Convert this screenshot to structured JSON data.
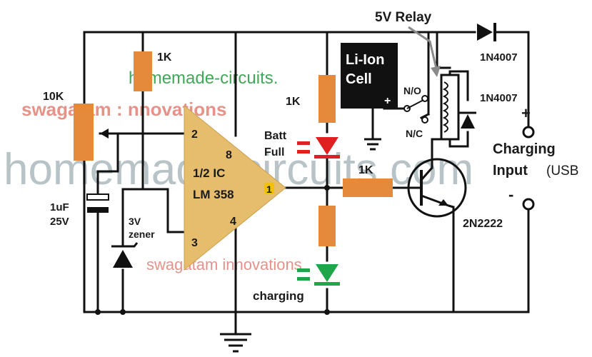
{
  "title": "5V Relay",
  "labels": {
    "r_top": "1K",
    "pot": "10K",
    "r_led": "1K",
    "r_base": "1K",
    "batt_full_1": "Batt",
    "batt_full_2": "Full",
    "cap_1": "1uF",
    "cap_2": "25V",
    "zener_1": "3V",
    "zener_2": "zener",
    "ic_line1": "1/2 IC",
    "ic_line2": "LM 358",
    "pin2": "2",
    "pin3": "3",
    "pin8": "8",
    "pin4": "4",
    "pin1": "1",
    "cell_1": "Li-Ion",
    "cell_2": "Cell",
    "cell_plus": "+",
    "no": "N/O",
    "nc": "N/C",
    "diode_top": "1N4007",
    "diode_coil": "1N4007",
    "transistor": "2N2222",
    "charging_1": "Charging",
    "charging_2": "Input",
    "charging_3": "(USB",
    "plus": "+",
    "minus": "-",
    "charging_led": "charging"
  },
  "watermarks": {
    "top": "homemade-circuits.",
    "big": "homemade-circuits.com",
    "red_top": "swagatam : nnovations",
    "red_bottom": "swagatam innovations"
  },
  "colors": {
    "wire": "#111111",
    "resistor": "#e58a3a",
    "opamp": "#e6bd6c",
    "red_led": "#e02020",
    "green_led": "#1fa64a",
    "watermark_green": "#1f9a3a",
    "watermark_grey": "#9fb0b4",
    "watermark_red": "#d23a2a"
  }
}
